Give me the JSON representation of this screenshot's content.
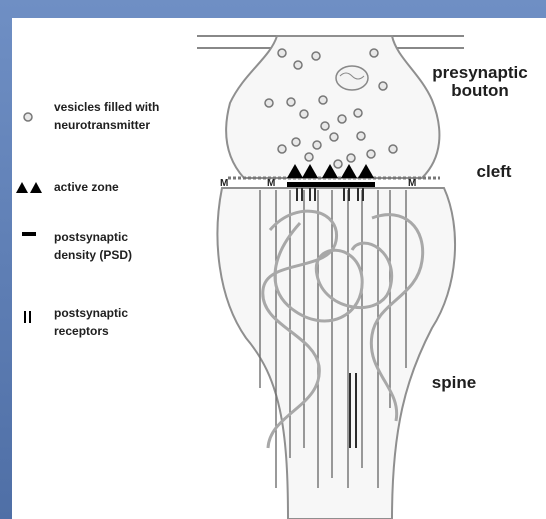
{
  "legend": {
    "vesicles": "vesicles filled with\nneurotransmitter",
    "active_zone": "active zone",
    "psd": "postsynaptic\ndensity (PSD)",
    "receptors": "postsynaptic\nreceptors"
  },
  "labels": {
    "presynaptic": "presynaptic\nbouton",
    "cleft": "cleft",
    "spine": "spine"
  },
  "markers": {
    "m": "M"
  },
  "colors": {
    "background_frame": "#5f7fb6",
    "panel": "#ffffff",
    "cell_fill": "#f7f7f7",
    "outline": "#9a9a9a",
    "ink": "#1e1e1e"
  }
}
